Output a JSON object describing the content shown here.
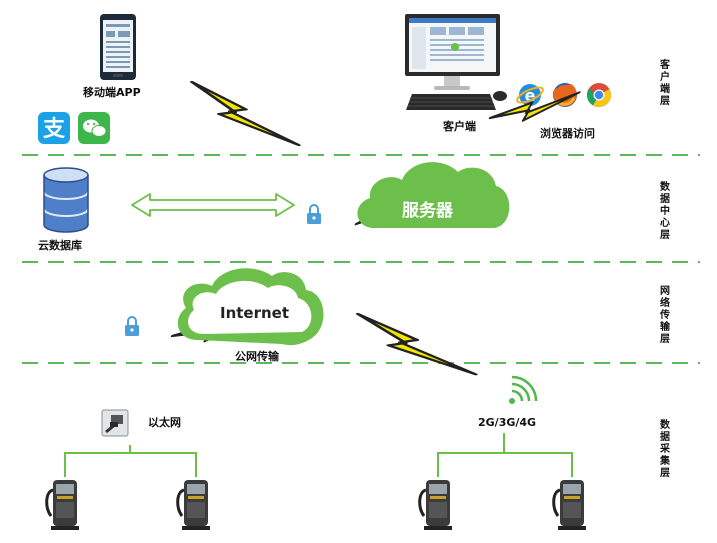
{
  "layers": [
    {
      "label": "客户端层"
    },
    {
      "label": "数据中心层"
    },
    {
      "label": "网络传输层"
    },
    {
      "label": "数据采集层"
    }
  ],
  "nodes": {
    "mobile_app": "移动端APP",
    "client": "客户端",
    "browser_access": "浏览器访问",
    "server": "服务器",
    "cloud_db": "云数据库",
    "internet": "Internet",
    "public_network": "公网传输",
    "ethernet": "以太网",
    "cellular": "2G/3G/4G"
  },
  "colors": {
    "green": "#6cbf4b",
    "dash": "#5cb85c",
    "bolt_fill": "#f2e600",
    "lock": "#4a9fd6"
  },
  "icons": [
    "phone-icon",
    "alipay-icon",
    "wechat-icon",
    "desktop-monitor-icon",
    "keyboard-icon",
    "mouse-icon",
    "ie-icon",
    "firefox-icon",
    "chrome-icon",
    "database-icon",
    "lock-icon",
    "router-icon",
    "wifi-signal-icon",
    "charging-pile-icon"
  ]
}
